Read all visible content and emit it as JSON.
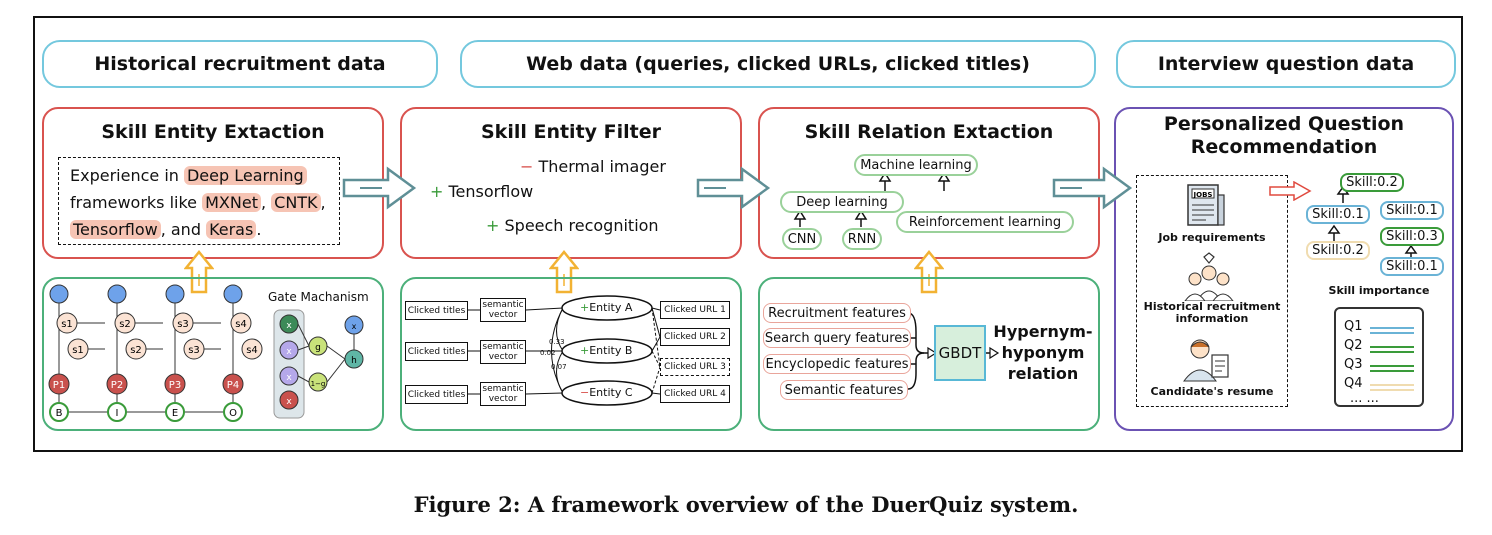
{
  "headers": {
    "historical": "Historical recruitment data",
    "web": "Web data (queries, clicked URLs, clicked titles)",
    "interview": "Interview question data"
  },
  "panel1": {
    "title": "Skill Entity Extaction",
    "line1_pre": "Experience in ",
    "line1_hl": "Deep Learning",
    "line2_pre": "frameworks like ",
    "line2_hl1": "MXNet",
    "line2_sep": ", ",
    "line2_hl2": "CNTK",
    "line2_end": ",",
    "line3_hl1": "Tensorflow",
    "line3_mid": ", and ",
    "line3_hl2": "Keras",
    "line3_end": "."
  },
  "panel2": {
    "title": "Skill Entity Filter",
    "minus_sign": "−",
    "plus_sign": "+",
    "item1": "Thermal imager",
    "item2": "Tensorflow",
    "item3": "Speech recognition"
  },
  "panel3": {
    "title": "Skill Relation Extaction",
    "nodes": {
      "ml": "Machine learning",
      "dl": "Deep learning",
      "rl": "Reinforcement learning",
      "cnn": "CNN",
      "rnn": "RNN"
    }
  },
  "panel4": {
    "title_l1": "Personalized Question",
    "title_l2": "Recommendation",
    "jobs_label": "JOBS",
    "job_req": "Job requirements",
    "hist_l1": "Historical recruitment",
    "hist_l2": "information",
    "resume": "Candidate's resume",
    "skills": {
      "s02a": "Skill:0.2",
      "s01a": "Skill:0.1",
      "s01b": "Skill:0.1",
      "s02b": "Skill:0.2",
      "s03": "Skill:0.3",
      "s01c": "Skill:0.1"
    },
    "skill_importance": "Skill importance",
    "questions": [
      "Q1",
      "Q2",
      "Q3",
      "Q4",
      "... ..."
    ]
  },
  "lower1": {
    "gate_title": "Gate Machanism",
    "s_fwd": [
      "s1",
      "s2",
      "s3",
      "s4"
    ],
    "s_bwd": [
      "s1",
      "s2",
      "s3",
      "s4"
    ],
    "p": [
      "P1",
      "P2",
      "P3",
      "P4"
    ],
    "tags": [
      "B",
      "I",
      "E",
      "O"
    ],
    "gate_inputs": [
      "x",
      "x",
      "x",
      "x"
    ],
    "g": "g",
    "one_minus_g": "1−g",
    "h": "h",
    "out": "x"
  },
  "lower2": {
    "titles_label": "Clicked titles",
    "semantic": [
      "semantic",
      "vector"
    ],
    "entities": [
      "Entity A",
      "Entity B",
      "Entity C"
    ],
    "entity_signs": [
      "+",
      "+",
      "−"
    ],
    "urls": [
      "Clicked URL 1",
      "Clicked URL 2",
      "Clicked URL 3",
      "Clicked URL 4"
    ],
    "weights": [
      "0.33",
      "0.02",
      "0.07"
    ]
  },
  "lower3": {
    "features": [
      "Recruitment features",
      "Search query features",
      "Encyclopedic features",
      "Semantic features"
    ],
    "gbdt": "GBDT",
    "result_l1": "Hypernym-",
    "result_l2": "hyponym",
    "result_l3": "relation"
  },
  "caption": "Figure 2: A framework overview of the DuerQuiz system.",
  "colors": {
    "header_border": "#74c8de",
    "red_border": "#d9534f",
    "green_border": "#4cb07a",
    "purple_border": "#6b52b3",
    "highlight": "#f6c4b4",
    "arrow": "#5f8f96",
    "up_arrow": "#f2b233"
  }
}
